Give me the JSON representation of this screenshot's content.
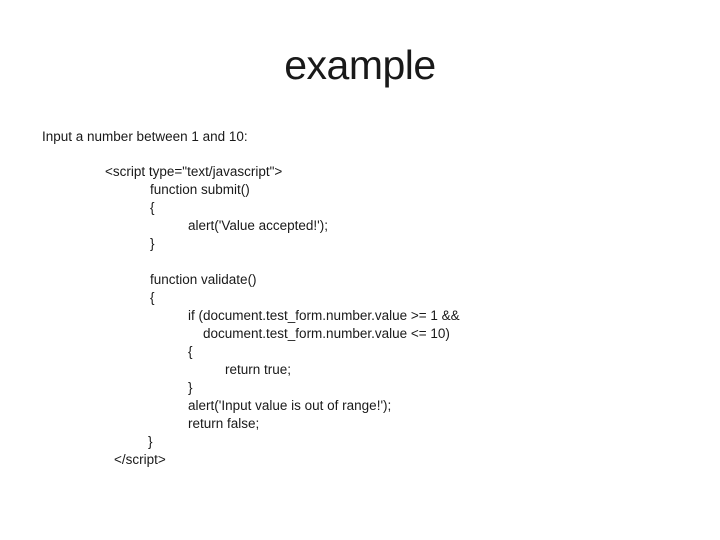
{
  "slide": {
    "title": "example",
    "intro": "Input a number between 1 and 10:",
    "code": {
      "lines": [
        "<script type=\"text/javascript\">",
        "function submit()",
        "{",
        "alert('Value accepted!');",
        "}",
        "function validate()",
        "{",
        "if (document.test_form.number.value >= 1 &&",
        "document.test_form.number.value <= 10)",
        "{",
        "return true;",
        "}",
        "alert('Input value is out of range!');",
        "return false;",
        "}",
        "</script>"
      ]
    }
  },
  "colors": {
    "background": "#ffffff",
    "text": "#191919"
  }
}
